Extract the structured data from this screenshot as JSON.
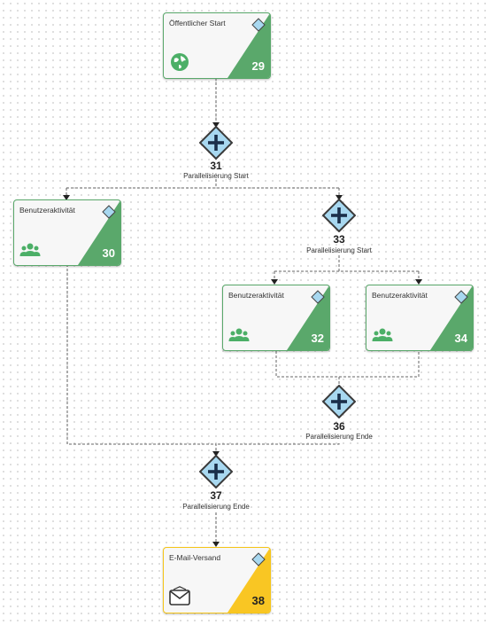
{
  "nodes": {
    "n29": {
      "label": "Öffentlicher Start",
      "number": "29",
      "icon": "globe-icon"
    },
    "n31": {
      "number": "31",
      "label": "Parallelisierung Start",
      "icon": "plus-icon"
    },
    "n30": {
      "label": "Benutzeraktivität",
      "number": "30",
      "icon": "users-icon"
    },
    "n33": {
      "number": "33",
      "label": "Parallelisierung Start",
      "icon": "plus-icon"
    },
    "n32": {
      "label": "Benutzeraktivität",
      "number": "32",
      "icon": "users-icon"
    },
    "n34": {
      "label": "Benutzeraktivität",
      "number": "34",
      "icon": "users-icon"
    },
    "n36": {
      "number": "36",
      "label": "Parallelisierung Ende",
      "icon": "plus-icon"
    },
    "n37": {
      "number": "37",
      "label": "Parallelisierung Ende",
      "icon": "plus-icon"
    },
    "n38": {
      "label": "E-Mail-Versand",
      "number": "38",
      "icon": "envelope-icon"
    }
  },
  "colors": {
    "task_green": "#5aa86b",
    "task_yellow": "#f9c623",
    "gateway_fill": "#a8d8f0",
    "gateway_stroke": "#3a3a3a"
  }
}
